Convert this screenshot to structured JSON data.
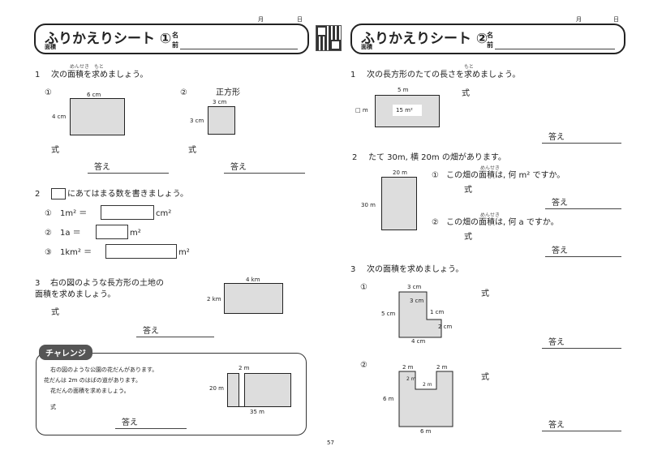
{
  "left": {
    "date_month": "月",
    "date_day": "日",
    "title": "ふりかえりシート ①",
    "subtitle": "面積",
    "name_top": "名",
    "name_bottom": "前",
    "q1": {
      "num": "1",
      "text": "次の面積を求めましょう。",
      "ruby1": "めんせき",
      "ruby2": "もと",
      "item1_num": "①",
      "item1_width": "6 cm",
      "item1_height": "4 cm",
      "item2_num": "②",
      "item2_label": "正方形",
      "item2_top": "3 cm",
      "item2_side": "3 cm",
      "shiki": "式",
      "answer": "答え"
    },
    "q2": {
      "num": "2",
      "text": "にあてはまる数を書きましょう。",
      "r1_num": "①",
      "r1_left": "1m² ＝",
      "r1_unit": "cm²",
      "r2_num": "②",
      "r2_left": "1a ＝",
      "r2_unit": "m²",
      "r3_num": "③",
      "r3_left": "1km² ＝",
      "r3_unit": "m²"
    },
    "q3": {
      "num": "3",
      "text1": "右の図のような長方形の土地の",
      "text2": "面積を求めましょう。",
      "width": "4 km",
      "height": "2 km",
      "shiki": "式",
      "answer": "答え"
    },
    "challenge": {
      "tag": "チャレンジ",
      "line1": "右の図のような公園の花だんがあります。",
      "line2": "花だんは 2m のはばの道があります。",
      "line3": "花だんの面積を求めましょう。",
      "shiki": "式",
      "answer": "答え",
      "road": "2 m",
      "height": "20 m",
      "width": "35 m"
    }
  },
  "right": {
    "date_month": "月",
    "date_day": "日",
    "title": "ふりかえりシート ②",
    "subtitle": "面積",
    "name_top": "名",
    "name_bottom": "前",
    "q1": {
      "num": "1",
      "text": "次の長方形のたての長さを求めましょう。",
      "ruby": "もと",
      "width": "5 m",
      "area": "15 m²",
      "height": "□ m",
      "shiki": "式",
      "answer": "答え"
    },
    "q2": {
      "num": "2",
      "text": "たて 30m, 横 20m の畑があります。",
      "width": "20 m",
      "height": "30 m",
      "sub1_num": "①",
      "sub1": "この畑の面積は, 何 m² ですか。",
      "sub2_num": "②",
      "sub2": "この畑の面積は, 何 a ですか。",
      "ruby": "めんせき",
      "shiki": "式",
      "answer": "答え"
    },
    "q3": {
      "num": "3",
      "text": "次の面積を求めましょう。",
      "item1_num": "①",
      "f1_top": "3 cm",
      "f1_inner": "3 cm",
      "f1_left": "5 cm",
      "f1_step": "1 cm",
      "f1_right": "2 cm",
      "f1_bottom": "4 cm",
      "item2_num": "②",
      "f2_tl": "2 m",
      "f2_tr": "2 m",
      "f2_inner_v": "2 m",
      "f2_inner_h": "2 m",
      "f2_left": "6 m",
      "f2_bottom": "6 m",
      "shiki": "式",
      "answer": "答え"
    }
  },
  "page_number": "57"
}
